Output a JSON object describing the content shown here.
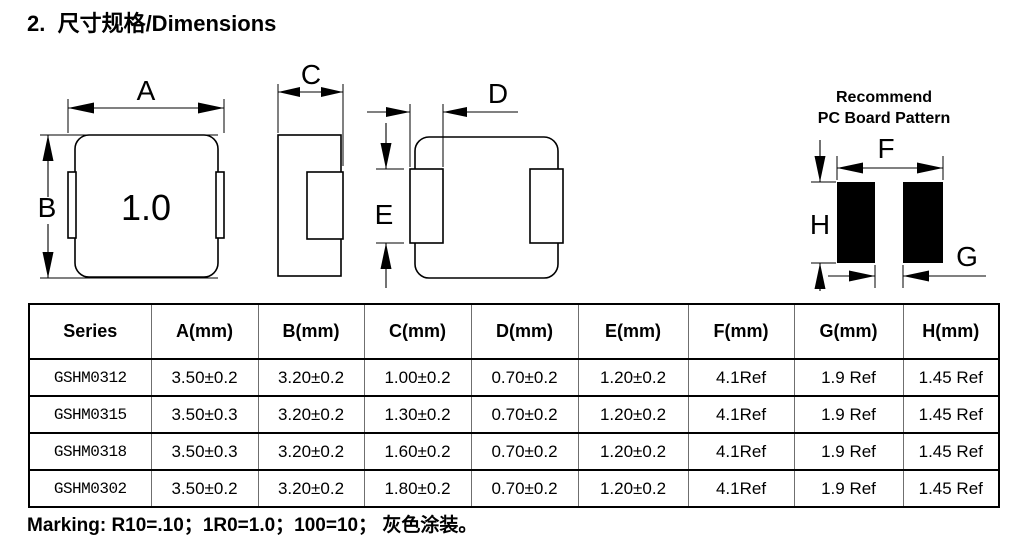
{
  "title": "2.  尺寸规格/Dimensions",
  "diagrams": {
    "front_view": {
      "part_marking": "1.0",
      "dim_a": "A",
      "dim_b": "B"
    },
    "side_view": {
      "dim_c": "C"
    },
    "bottom_view": {
      "dim_d": "D",
      "dim_e": "E"
    },
    "pcb_pattern": {
      "title_line1": "Recommend",
      "title_line2": "PC Board Pattern",
      "dim_f": "F",
      "dim_g": "G",
      "dim_h": "H"
    }
  },
  "table": {
    "columns": [
      "Series",
      "A(mm)",
      "B(mm)",
      "C(mm)",
      "D(mm)",
      "E(mm)",
      "F(mm)",
      "G(mm)",
      "H(mm)"
    ],
    "rows": [
      [
        "GSHM0312",
        "3.50±0.2",
        "3.20±0.2",
        "1.00±0.2",
        "0.70±0.2",
        "1.20±0.2",
        "4.1Ref",
        "1.9 Ref",
        "1.45 Ref"
      ],
      [
        "GSHM0315",
        "3.50±0.3",
        "3.20±0.2",
        "1.30±0.2",
        "0.70±0.2",
        "1.20±0.2",
        "4.1Ref",
        "1.9 Ref",
        "1.45 Ref"
      ],
      [
        "GSHM0318",
        "3.50±0.3",
        "3.20±0.2",
        "1.60±0.2",
        "0.70±0.2",
        "1.20±0.2",
        "4.1Ref",
        "1.9 Ref",
        "1.45 Ref"
      ],
      [
        "GSHM0302",
        "3.50±0.2",
        "3.20±0.2",
        "1.80±0.2",
        "0.70±0.2",
        "1.20±0.2",
        "4.1Ref",
        "1.9 Ref",
        "1.45 Ref"
      ]
    ]
  },
  "marking": "Marking: R10=.10；1R0=1.0；100=10； 灰色涂装。",
  "colors": {
    "ink": "#000000",
    "background": "#ffffff",
    "table_vertical_rule": "#6f6f6f"
  }
}
